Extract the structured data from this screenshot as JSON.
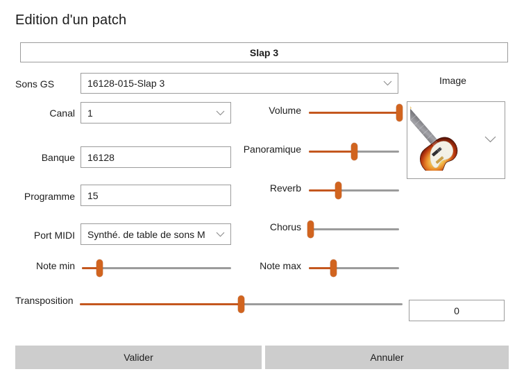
{
  "window": {
    "title": "Edition d'un patch"
  },
  "patch_name": {
    "value": "Slap 3"
  },
  "fields": {
    "sons_gs": {
      "label": "Sons GS",
      "value": "16128-015-Slap 3",
      "icon": "chevron-down-icon"
    },
    "canal": {
      "label": "Canal",
      "value": "1",
      "icon": "chevron-down-icon"
    },
    "banque": {
      "label": "Banque",
      "value": "16128"
    },
    "programme": {
      "label": "Programme",
      "value": "15"
    },
    "port_midi": {
      "label": "Port MIDI",
      "value": "Synthé. de table de sons M",
      "icon": "chevron-down-icon"
    }
  },
  "sliders": {
    "volume": {
      "label": "Volume",
      "percent": 100
    },
    "panoramique": {
      "label": "Panoramique",
      "percent": 50
    },
    "reverb": {
      "label": "Reverb",
      "percent": 33
    },
    "chorus": {
      "label": "Chorus",
      "percent": 2
    },
    "note_min": {
      "label": "Note min",
      "percent": 12
    },
    "note_max": {
      "label": "Note max",
      "percent": 27
    },
    "transposition": {
      "label": "Transposition",
      "percent": 50,
      "value": "0"
    }
  },
  "image": {
    "caption": "Image",
    "icon": "bass-guitar-icon",
    "dropdown_icon": "chevron-down-icon"
  },
  "buttons": {
    "validate": "Valider",
    "cancel": "Annuler"
  },
  "colors": {
    "accent": "#c4571e",
    "thumb": "#d1641f",
    "track": "#9b9b9b",
    "border": "#9b9b9b",
    "button_bg": "#cdcdcd"
  }
}
